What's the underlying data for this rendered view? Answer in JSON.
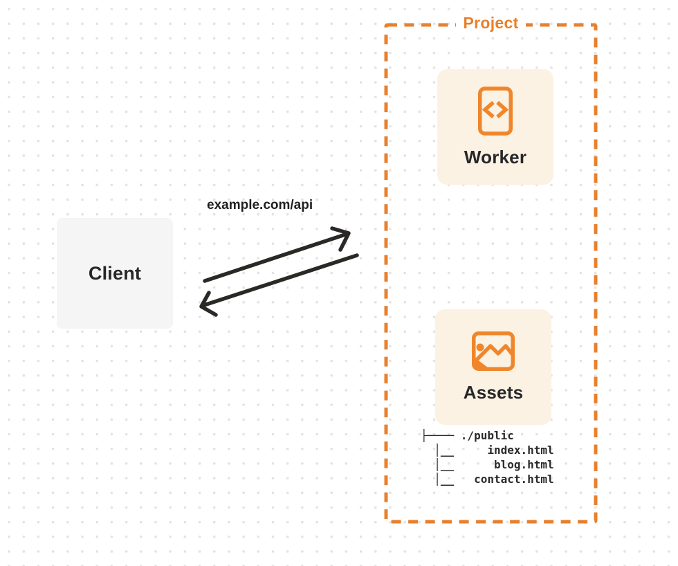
{
  "project": {
    "label": "Project",
    "border_color": "#e8802c"
  },
  "client": {
    "label": "Client",
    "background": "#f5f5f6"
  },
  "request": {
    "label": "example.com/api",
    "arrow_color": "#2b2926",
    "arrows": [
      "request-arrow-to-project",
      "response-arrow-to-client"
    ]
  },
  "worker": {
    "label": "Worker",
    "icon": "code-document-icon",
    "card_background": "#fcf2e3",
    "icon_color": "#f0862b"
  },
  "assets": {
    "label": "Assets",
    "icon": "image-icon",
    "card_background": "#fcf2e3",
    "icon_color": "#f0862b",
    "tree": {
      "lines": [
        "├──── ./public",
        "  │__     index.html",
        "  │__      blog.html",
        "  │__   contact.html"
      ]
    }
  },
  "colors": {
    "accent_orange": "#e8802c",
    "icon_orange": "#f0862b",
    "card_cream": "#fcf2e3",
    "arrow_dark": "#2b2926",
    "text_dark": "#27272a",
    "dot_grid": "#e3e3e6"
  }
}
